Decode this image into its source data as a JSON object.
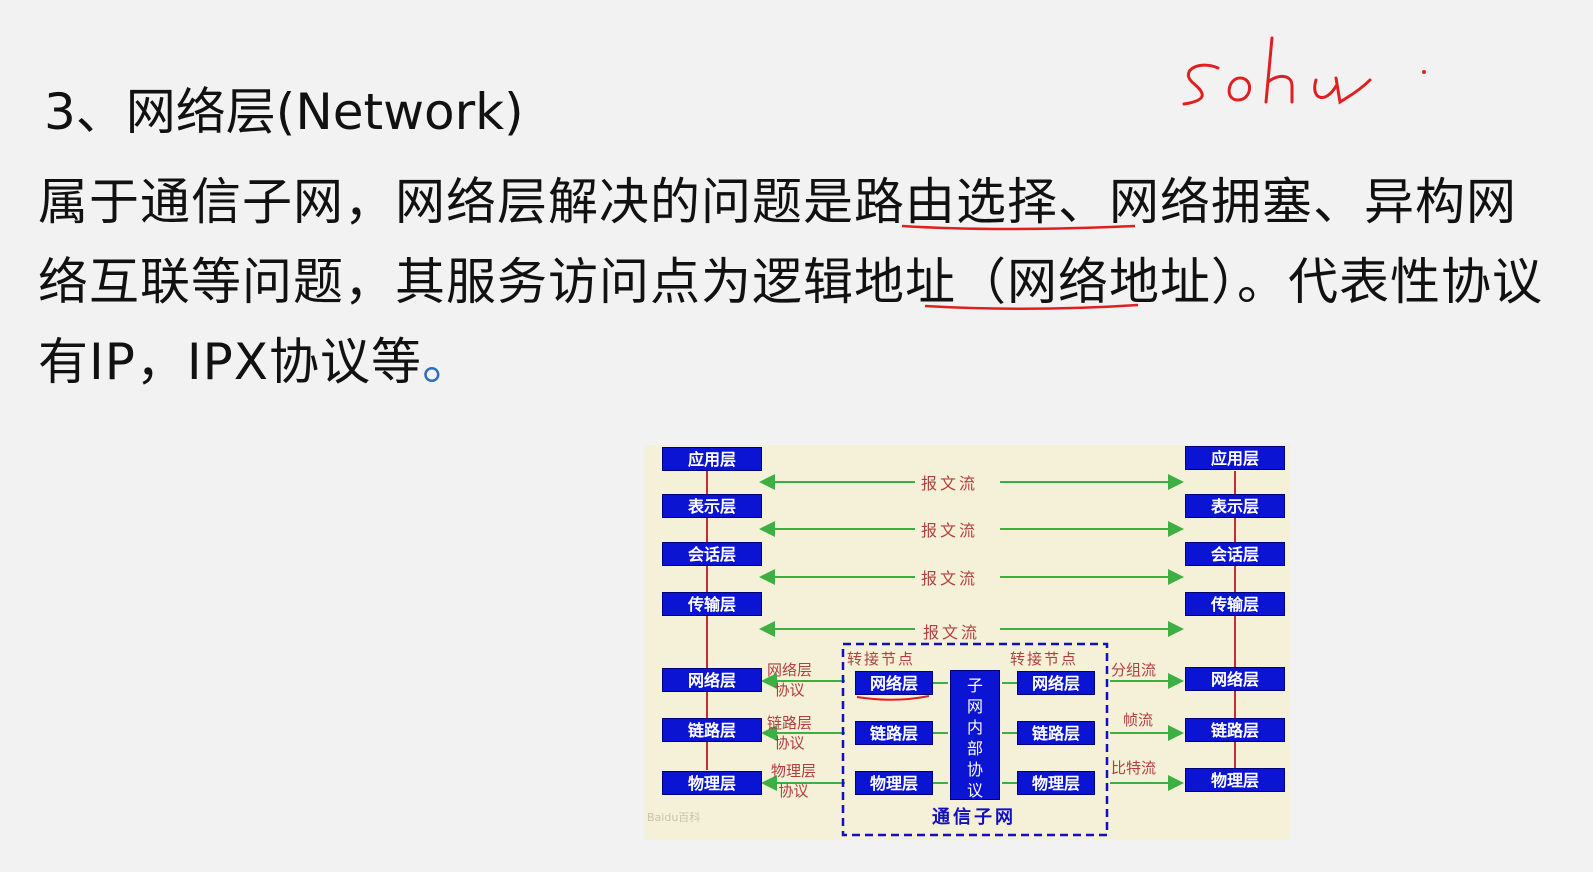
{
  "heading": "3、网络层(Network)",
  "paragraph": {
    "part1": "属于通信子网，网络层解决的问题是",
    "part2": "路由选择",
    "part3": "、网络拥塞、异构网络互联等问题，其服务访问点为",
    "part4": "逻辑地址",
    "part5": "（网络地址）。代表性协议有IP，IPX协议等",
    "end": "。"
  },
  "annotation_text": "sohu·",
  "diagram": {
    "left_layers": [
      "应用层",
      "表示层",
      "会话层",
      "传输层",
      "网络层",
      "链路层",
      "物理层"
    ],
    "right_layers": [
      "应用层",
      "表示层",
      "会话层",
      "传输层",
      "网络层",
      "链路层",
      "物理层"
    ],
    "flow_labels": [
      "报文流",
      "报文流",
      "报文流",
      "报文流"
    ],
    "node_label_left": "转接节点",
    "node_label_right": "转接节点",
    "node_left_layers": [
      "网络层",
      "链路层",
      "物理层"
    ],
    "node_right_layers": [
      "网络层",
      "链路层",
      "物理层"
    ],
    "protocol_labels": [
      {
        "line1": "网络层",
        "line2": "协议"
      },
      {
        "line1": "链路层",
        "line2": "协议"
      },
      {
        "line1": "物理层",
        "line2": "协议"
      }
    ],
    "right_flows": [
      "分组流",
      "帧流",
      "比特流"
    ],
    "subnet_protocol_chars": [
      "子",
      "网",
      "内",
      "部",
      "协",
      "议"
    ],
    "subnet_title": "通信子网",
    "watermark": "Baidu百科"
  },
  "colors": {
    "box_fill": "#0a14d2",
    "diagram_bg": "#f5f0d8",
    "arrow_green": "#3cb043",
    "annotation_red": "#e02020",
    "label_red": "#b04040"
  }
}
